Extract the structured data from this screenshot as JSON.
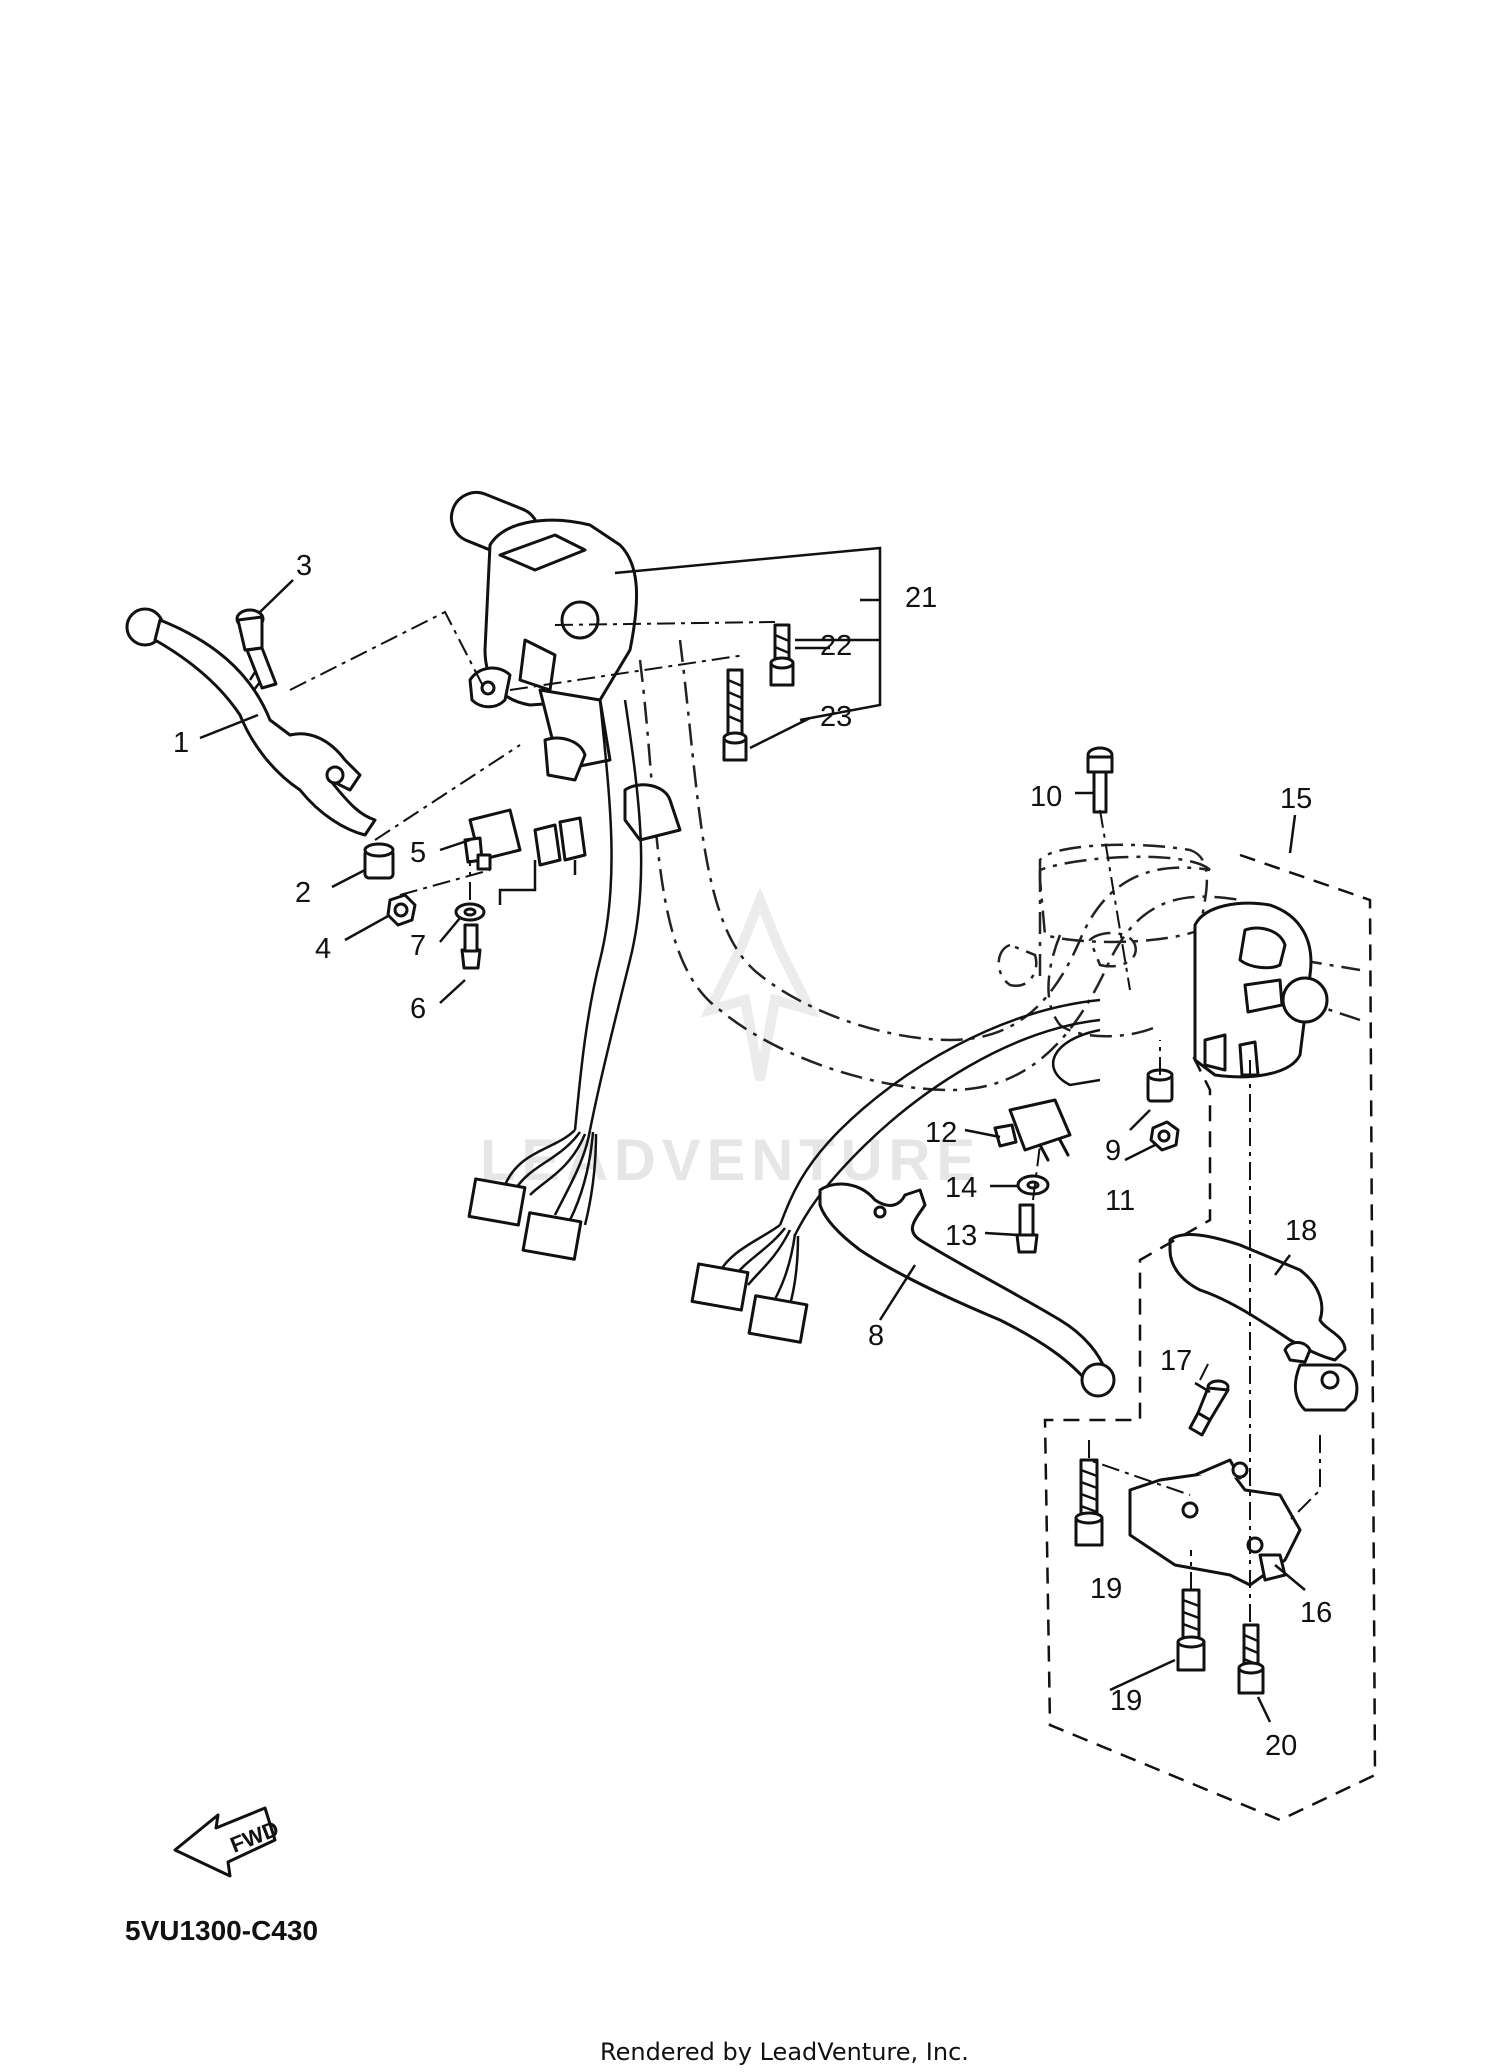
{
  "diagram_code": "5VU1300-C430",
  "footer": "Rendered by LeadVenture, Inc.",
  "watermark": "LEADVENTURE",
  "fwd_label": "FWD",
  "callouts": {
    "c1": "1",
    "c2": "2",
    "c3": "3",
    "c4": "4",
    "c5": "5",
    "c6": "6",
    "c7": "7",
    "c8": "8",
    "c9": "9",
    "c10": "10",
    "c11": "11",
    "c12": "12",
    "c13": "13",
    "c14": "14",
    "c15": "15",
    "c16": "16",
    "c17": "17",
    "c18": "18",
    "c19a": "19",
    "c19b": "19",
    "c20": "20",
    "c21": "21",
    "c22": "22",
    "c23": "23"
  }
}
